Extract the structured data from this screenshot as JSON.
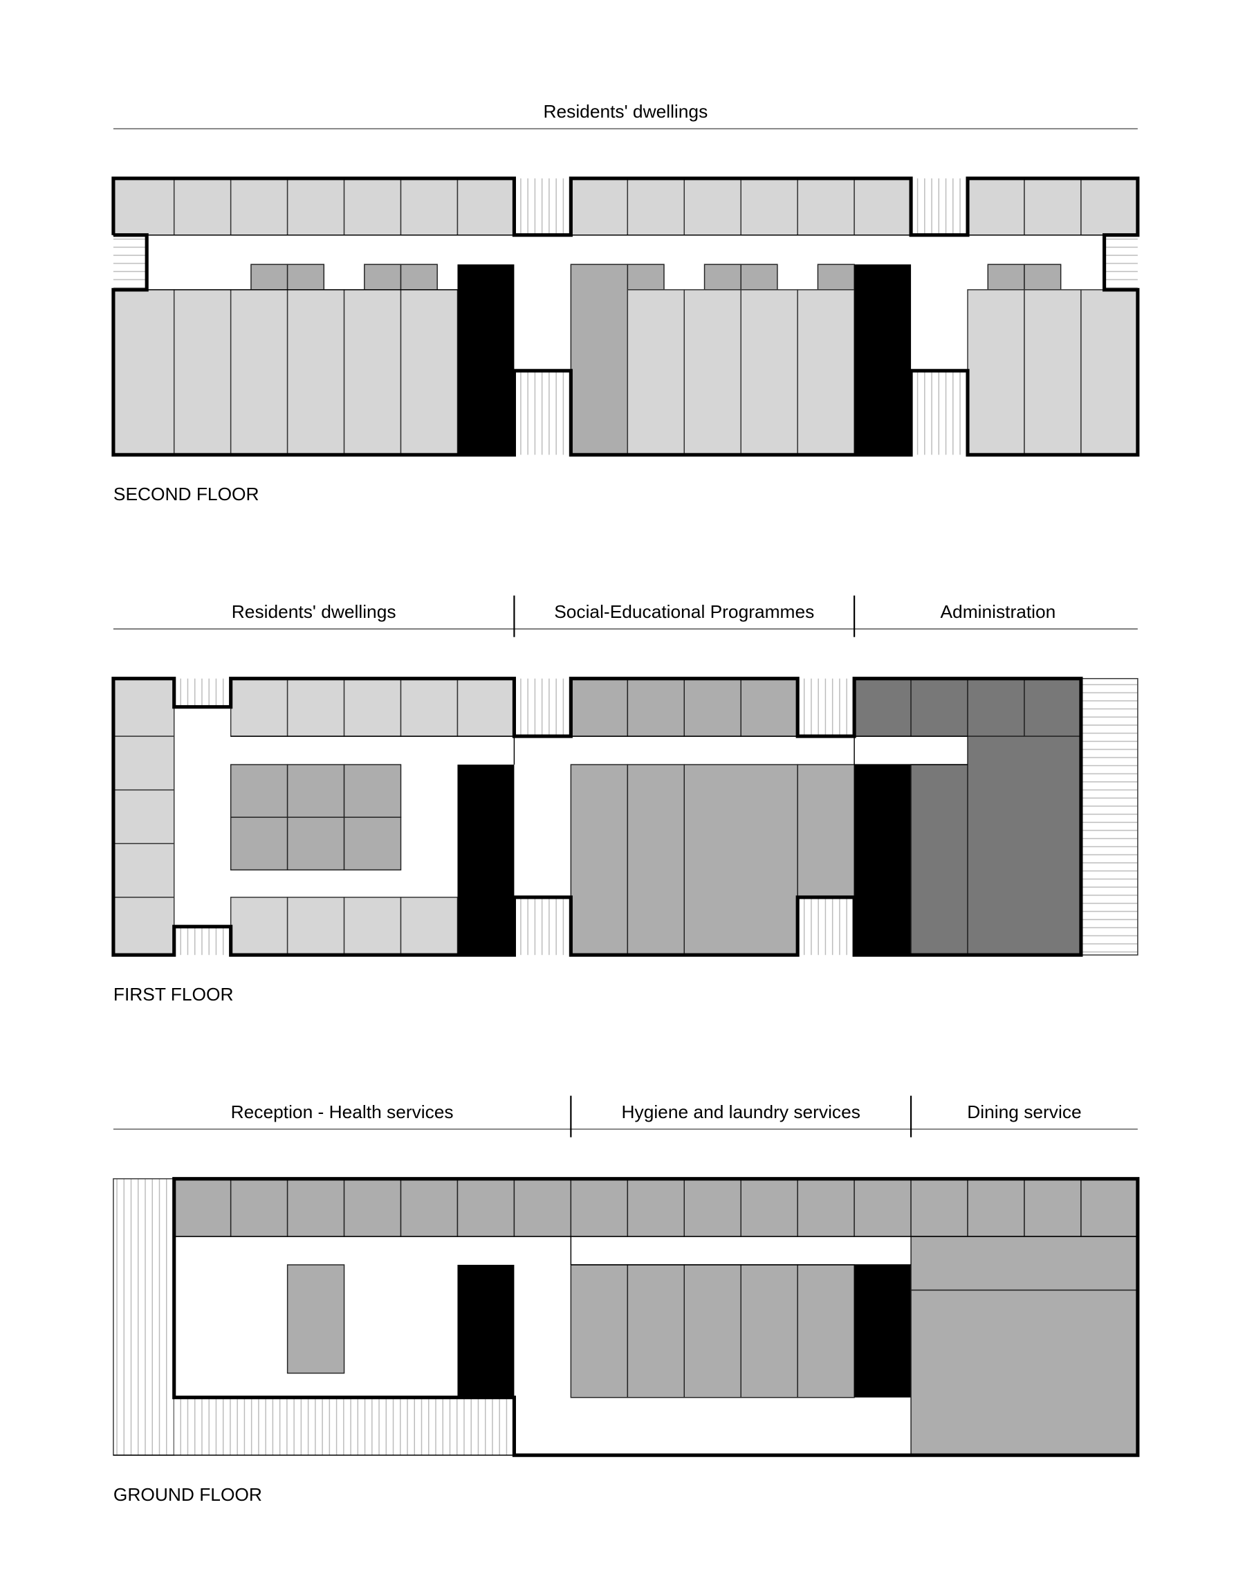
{
  "second_floor": {
    "title": "SECOND FLOOR",
    "zones": [
      {
        "label": "Residents' dwellings"
      }
    ]
  },
  "first_floor": {
    "title": "FIRST FLOOR",
    "zones": [
      {
        "label": "Residents' dwellings"
      },
      {
        "label": "Social-Educational Programmes"
      },
      {
        "label": "Administration"
      }
    ]
  },
  "ground_floor": {
    "title": "GROUND FLOOR",
    "zones": [
      {
        "label": "Reception - Health services"
      },
      {
        "label": "Hygiene and laundry services"
      },
      {
        "label": "Dining service"
      }
    ]
  },
  "colors": {
    "light_gray": "#d6d6d6",
    "mid_gray": "#adadad",
    "dark_gray": "#787878",
    "core": "#000000"
  }
}
